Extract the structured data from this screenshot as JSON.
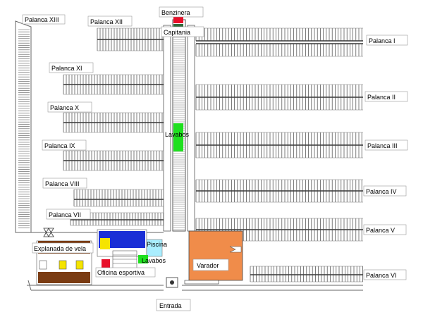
{
  "labels": {
    "palanca_i": "Palanca I",
    "palanca_ii": "Palanca II",
    "palanca_iii": "Palanca III",
    "palanca_iv": "Palanca IV",
    "palanca_v": "Palanca V",
    "palanca_vi": "Palanca VI",
    "palanca_viii": "Palanca VIII",
    "palanca_vii": "Palanca VII",
    "palanca_ix": "Palanca IX",
    "palanca_x": "Palanca X",
    "palanca_xi": "Palanca XI",
    "palanca_xii": "Palanca XII",
    "palanca_xiii": "Palanca XIII",
    "benzinera": "Benzinera",
    "capitania": "Capitania",
    "lavabos_center": "Lavabos",
    "lavabos_bottom": "Lavabos",
    "piscina": "Piscina",
    "explanada": "Explanada de vela",
    "oficina": "Oficina esportiva",
    "varador": "Varador",
    "entrada": "Entrada"
  },
  "colors": {
    "benzinera": "#e8102a",
    "capitania": "#2e6b3a",
    "lavabos": "#1fe01f",
    "piscina": "#aaeeff",
    "varador": "#f08c4a",
    "explanada": "#7a3b12",
    "club": "#1a2fd6",
    "yellow": "#f5e400",
    "red": "#e8102a"
  }
}
